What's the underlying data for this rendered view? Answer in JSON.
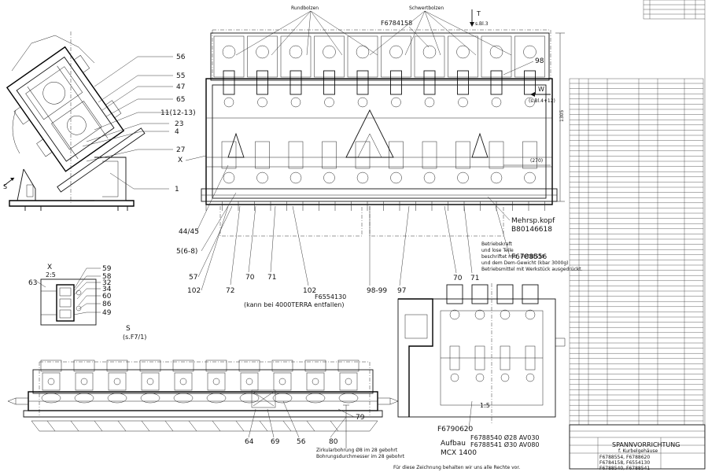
{
  "top_view": {
    "rundbolzen_label": "Rundbolzen",
    "schwertbolzen_label": "Schwertbolzen",
    "part_f6784158": "F6784158",
    "arrow_t": "T",
    "scale_t": "s.Bl.3",
    "arrow_w": "W",
    "scale_w": "(s.Bl.4+12)",
    "callout_98": "98",
    "callout_x": "X",
    "callout_44_45": "44/45",
    "callout_5_6_8": "5(6-8)",
    "callout_57": "57",
    "callout_102_a": "102",
    "callout_72": "72",
    "callout_70_a": "70",
    "callout_71_a": "71",
    "callout_102_b": "102",
    "part_f6554130": "F6554130",
    "kann_bei_note": "(kann bei 4000TERRA entfallen)",
    "callout_98_99": "98-99",
    "callout_97": "97",
    "callout_70_b": "70",
    "callout_71_b": "71",
    "mehrsp_label": "Mehrsp.kopf",
    "part_b80146618": "B80146618",
    "part_f6788556": "F6788556",
    "dim_1305": "1305",
    "dim_270": "(270)"
  },
  "side_view": {
    "callout_56": "56",
    "callout_55": "55",
    "callout_47": "47",
    "callout_65": "65",
    "callout_11": "11(12-13)",
    "callout_23": "23",
    "callout_4": "4",
    "callout_27": "27",
    "callout_1": "1",
    "arrow_s": "S"
  },
  "detail_x": {
    "title": "X",
    "scale": "2:5",
    "callout_59": "59",
    "callout_58": "58",
    "callout_32": "32",
    "callout_34": "34",
    "callout_60": "60",
    "callout_86": "86",
    "callout_49": "49",
    "callout_63": "63"
  },
  "view_s": {
    "title": "S",
    "scale": "(s.F7/1)"
  },
  "bottom_view": {
    "callout_79": "79",
    "callout_64": "64",
    "callout_69": "69",
    "callout_56": "56",
    "callout_80": "80",
    "note_zirkular": "Zirkularbohrung Ø8 im 28 gebohrt",
    "note_hinweis": "Bohrungsdurchmesser im 28 gebohrt"
  },
  "assembly": {
    "title": "Aufbau",
    "subtitle": "MCX 1400",
    "part_f6790620": "F6790620",
    "part_f6788540": "F6788540 Ø28 AV030",
    "part_f6788541": "F6788541 Ø30 AV080",
    "scale": "1:5",
    "note_1": "Betriebskraft",
    "note_2": "und lose Teile",
    "note_3": "beschriftet mit:",
    "note_4": "F6788539",
    "note_5": "und dem Dem-Gewicht (kbar 3000g)",
    "note_6": "Betriebsmittel mit Werkstück ausgedrückt."
  },
  "title_block": {
    "main_title": "SPANNVORRICHTUNG",
    "sub_title": "f. Kurbelgehäuse",
    "part_list_1": "F6788554, F6788620",
    "part_list_2": "F6784158, F6554130",
    "part_list_3": "F6788540, F6788541",
    "footer_note": "Für diese Zeichnung behalten wir uns alle Rechte vor."
  }
}
